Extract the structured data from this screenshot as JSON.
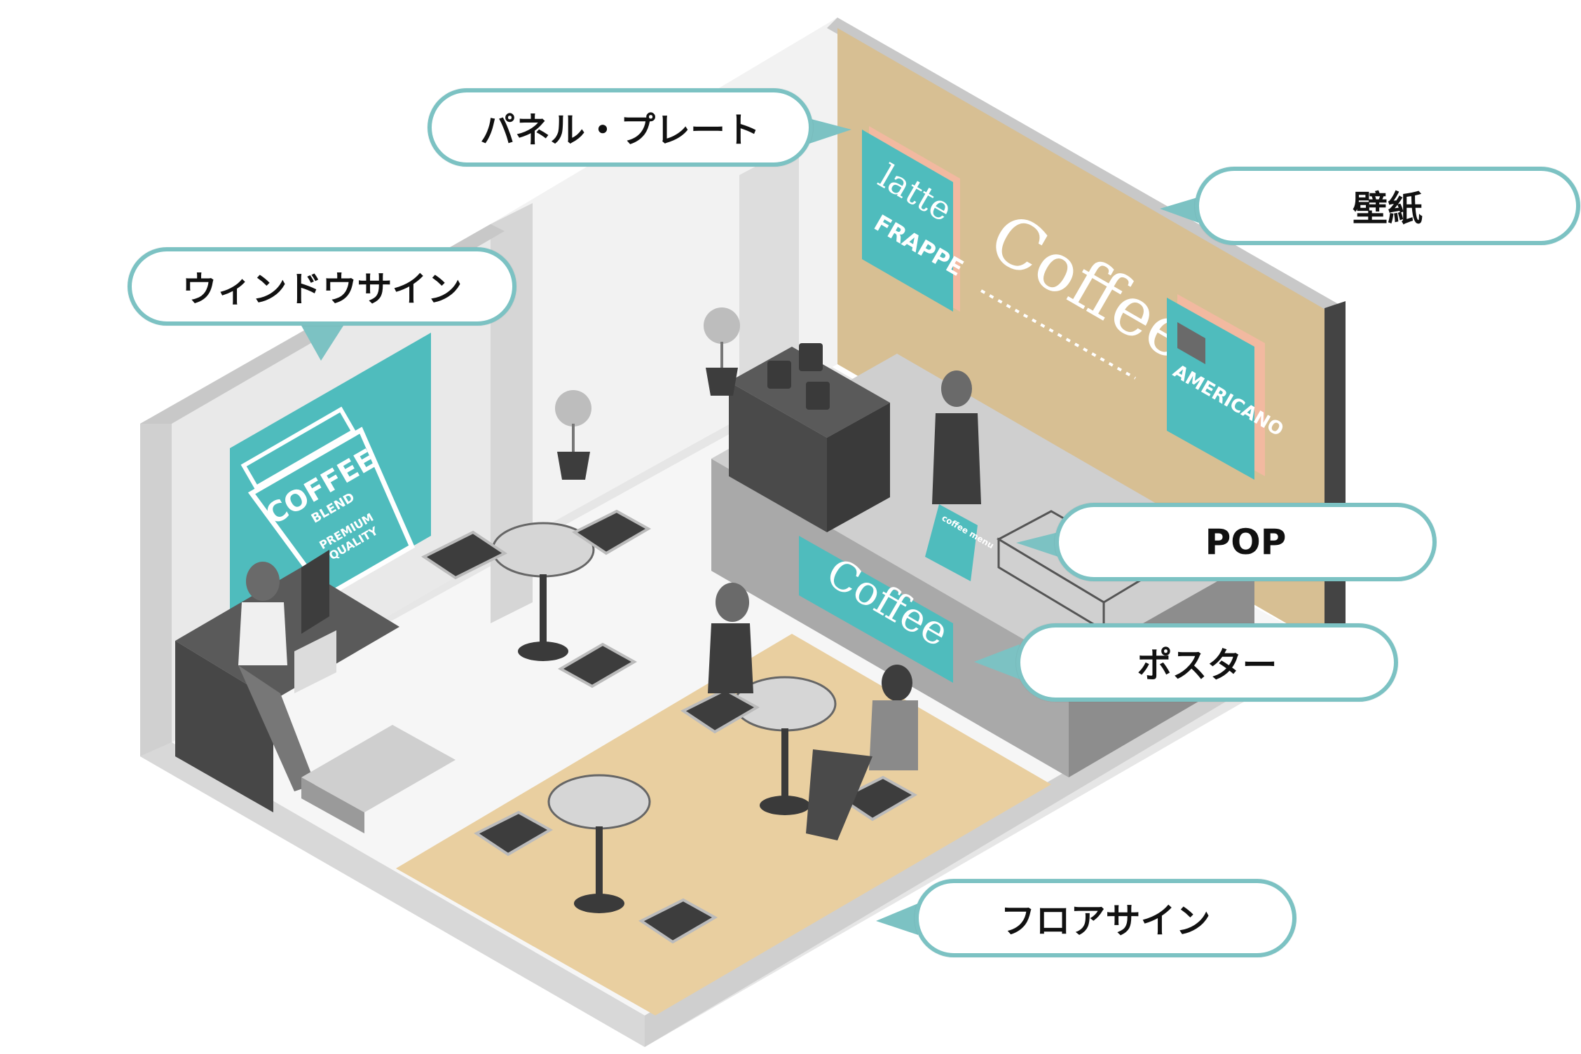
{
  "labels": {
    "panel_plate": "パネル・プレート",
    "wallpaper": "壁紙",
    "window_sign": "ウィンドウサイン",
    "pop": "POP",
    "poster": "ポスター",
    "floor_sign": "フロアサイン"
  },
  "signage_text": {
    "window_coffee": "COFFEE",
    "window_blend": "BLEND",
    "window_premium": "PREMIUM",
    "window_quality": "QUALITY",
    "panel_latte": "latte",
    "panel_frappe": "FRAPPE",
    "wall_coffee": "Coffee",
    "panel_americano": "AMERICANO",
    "counter_coffee": "Coffee",
    "pop_menu": "coffee menu"
  },
  "colors": {
    "teal": "#4fbcbd",
    "bubble_border": "#7cc2c3",
    "wall_tan": "#d7bf93",
    "floor_tan": "#e9cfa0",
    "dark_gray": "#4a4a4a",
    "mid_gray": "#8a8a8a",
    "light_gray": "#d9d9d9"
  }
}
